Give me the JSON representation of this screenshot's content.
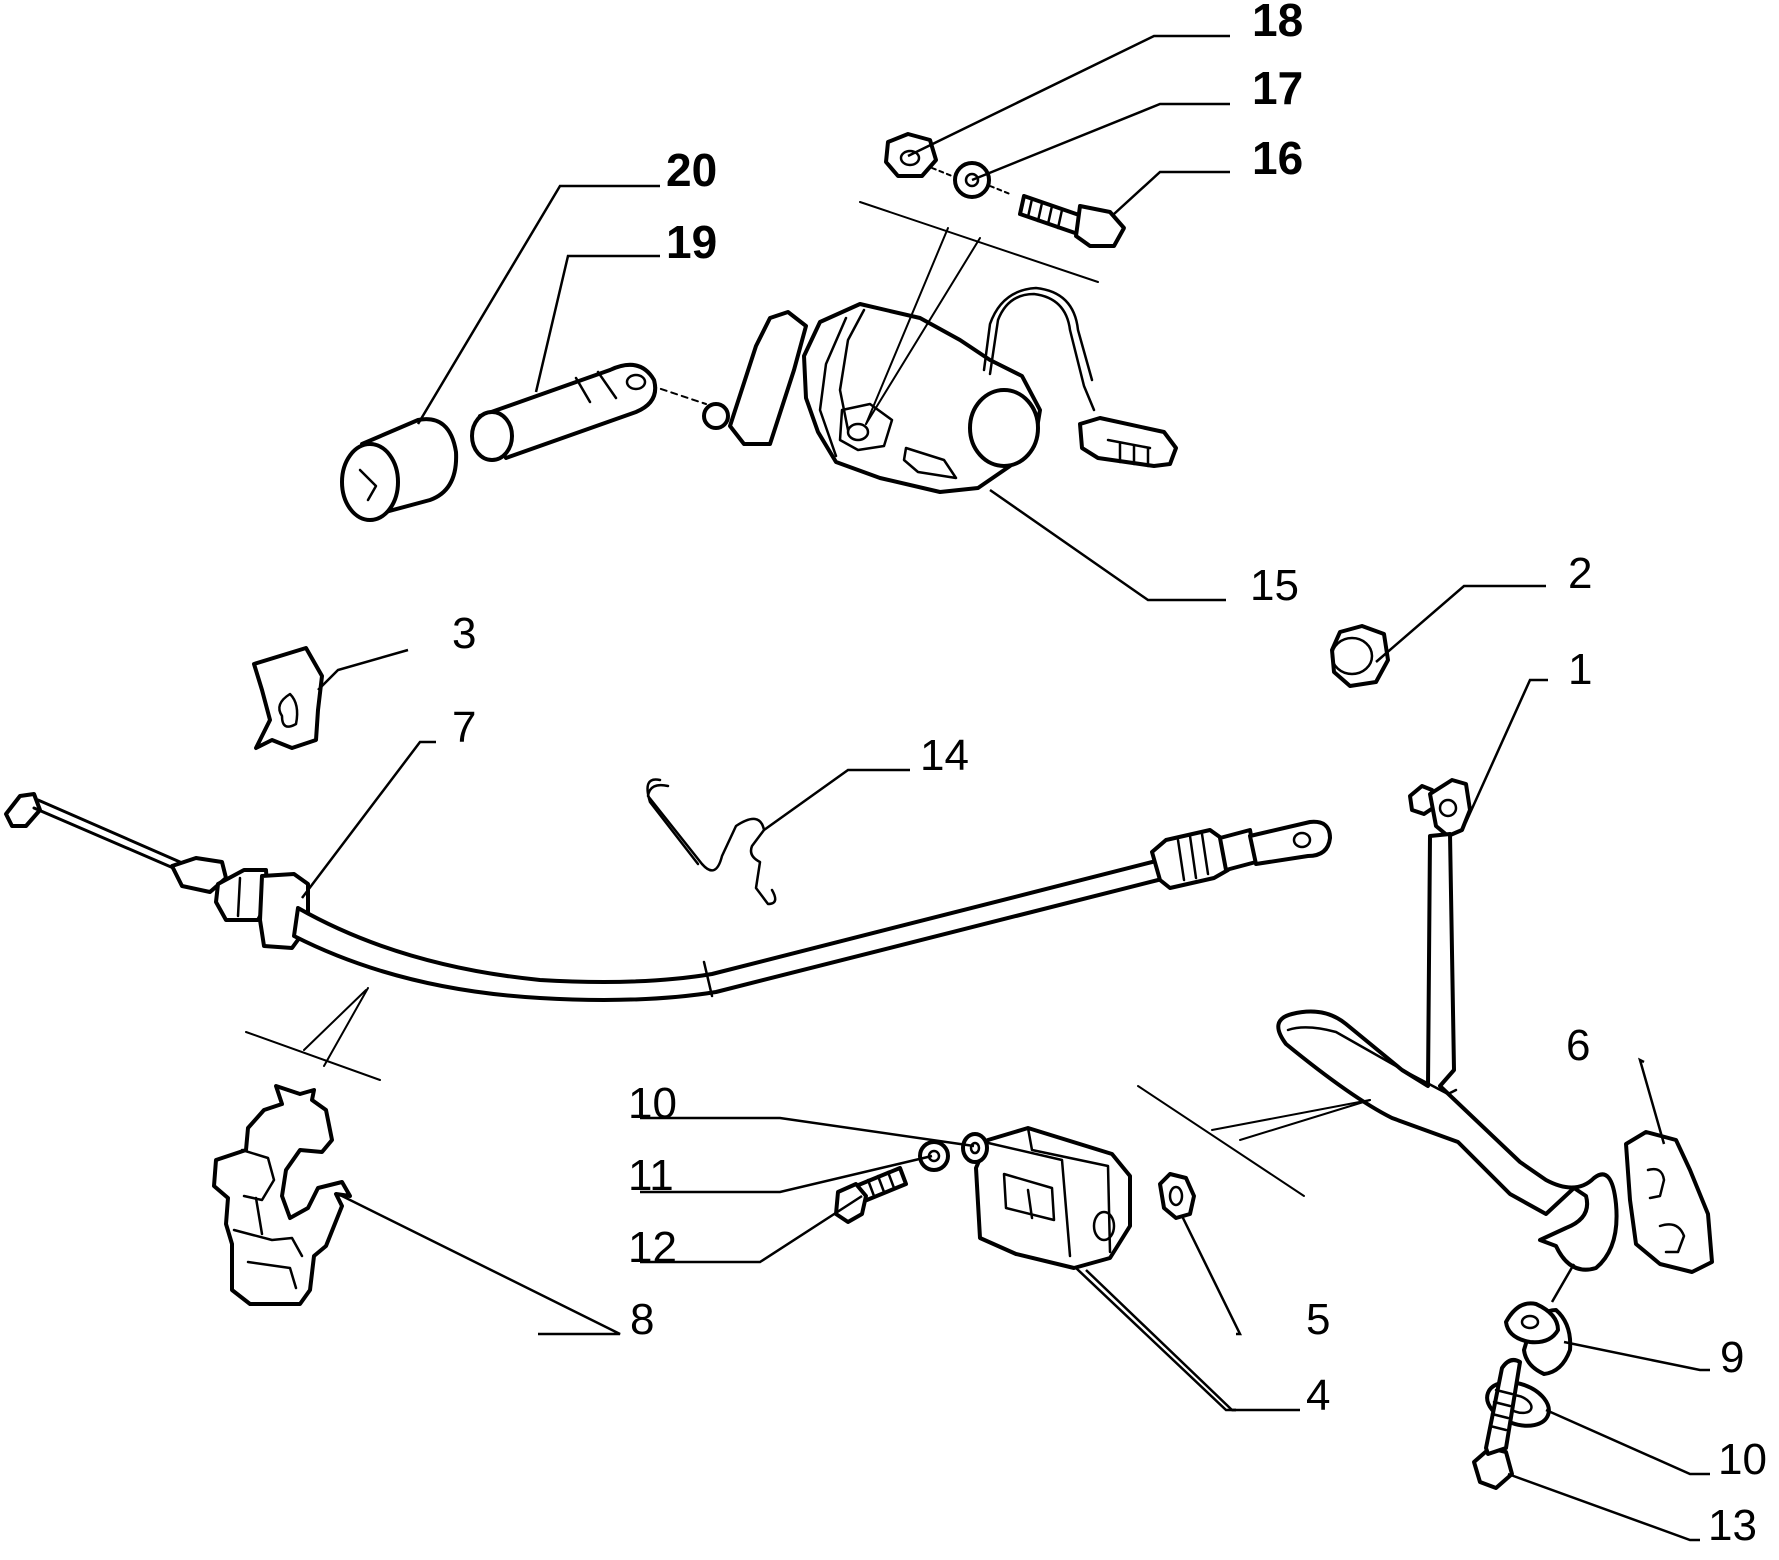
{
  "diagram": {
    "callouts": [
      {
        "id": "c18",
        "label": "18"
      },
      {
        "id": "c17",
        "label": "17"
      },
      {
        "id": "c16",
        "label": "16"
      },
      {
        "id": "c20",
        "label": "20"
      },
      {
        "id": "c19",
        "label": "19"
      },
      {
        "id": "c15",
        "label": "15"
      },
      {
        "id": "c2",
        "label": "2"
      },
      {
        "id": "c3",
        "label": "3"
      },
      {
        "id": "c1",
        "label": "1"
      },
      {
        "id": "c7",
        "label": "7"
      },
      {
        "id": "c14",
        "label": "14"
      },
      {
        "id": "c6",
        "label": "6"
      },
      {
        "id": "c10a",
        "label": "10"
      },
      {
        "id": "c11",
        "label": "11"
      },
      {
        "id": "c12",
        "label": "12"
      },
      {
        "id": "c5",
        "label": "5"
      },
      {
        "id": "c8",
        "label": "8"
      },
      {
        "id": "c9",
        "label": "9"
      },
      {
        "id": "c4",
        "label": "4"
      },
      {
        "id": "c10b",
        "label": "10"
      },
      {
        "id": "c13",
        "label": "13"
      }
    ]
  }
}
